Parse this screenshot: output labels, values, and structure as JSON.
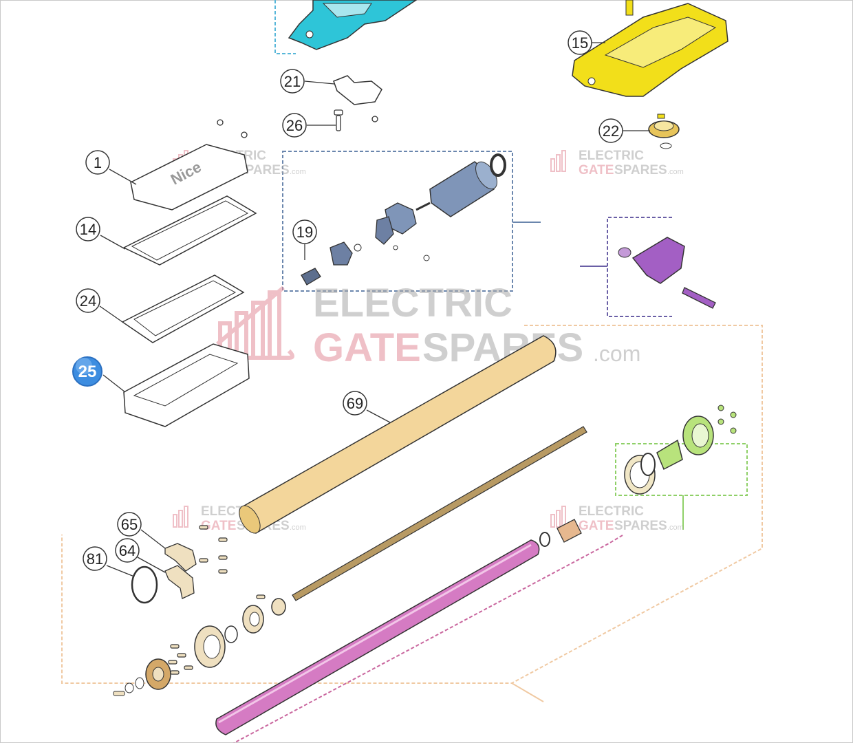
{
  "callouts": {
    "c1": "1",
    "c14": "14",
    "c15": "15",
    "c19": "19",
    "c21": "21",
    "c22": "22",
    "c24": "24",
    "c25": "25",
    "c26": "26",
    "c64": "64",
    "c65": "65",
    "c69": "69",
    "c81": "81"
  },
  "watermark": {
    "line1": "ELECTRIC",
    "line2_pre": "GATE",
    "line2_post": "SPARES",
    "suffix": ".com"
  },
  "parts": {
    "cover_logo": "Nice"
  },
  "colors": {
    "highlight_badge": "#3d8de0",
    "cyan_part": "#2ec5d8",
    "yellow_part": "#f2df1a",
    "motor": "#7f95b8",
    "purple_part": "#a35fc4",
    "tube": "#f3d69b",
    "rod": "#d57bc3",
    "green_part": "#b8e37c"
  }
}
